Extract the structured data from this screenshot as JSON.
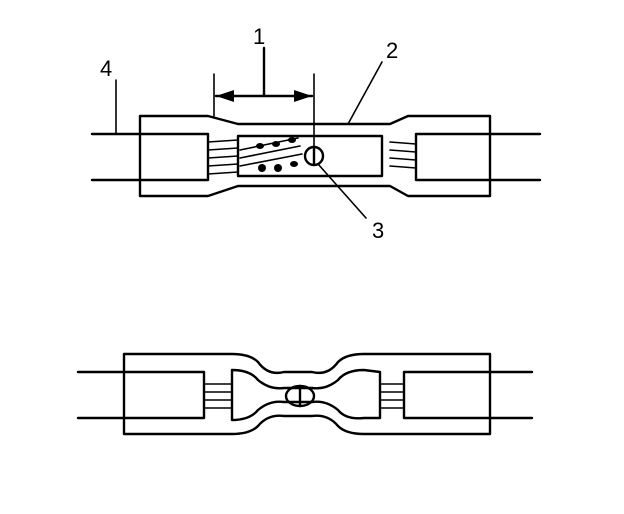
{
  "callouts": {
    "dimension": "1",
    "sleeve": "2",
    "solder_ring": "3",
    "wire": "4"
  }
}
